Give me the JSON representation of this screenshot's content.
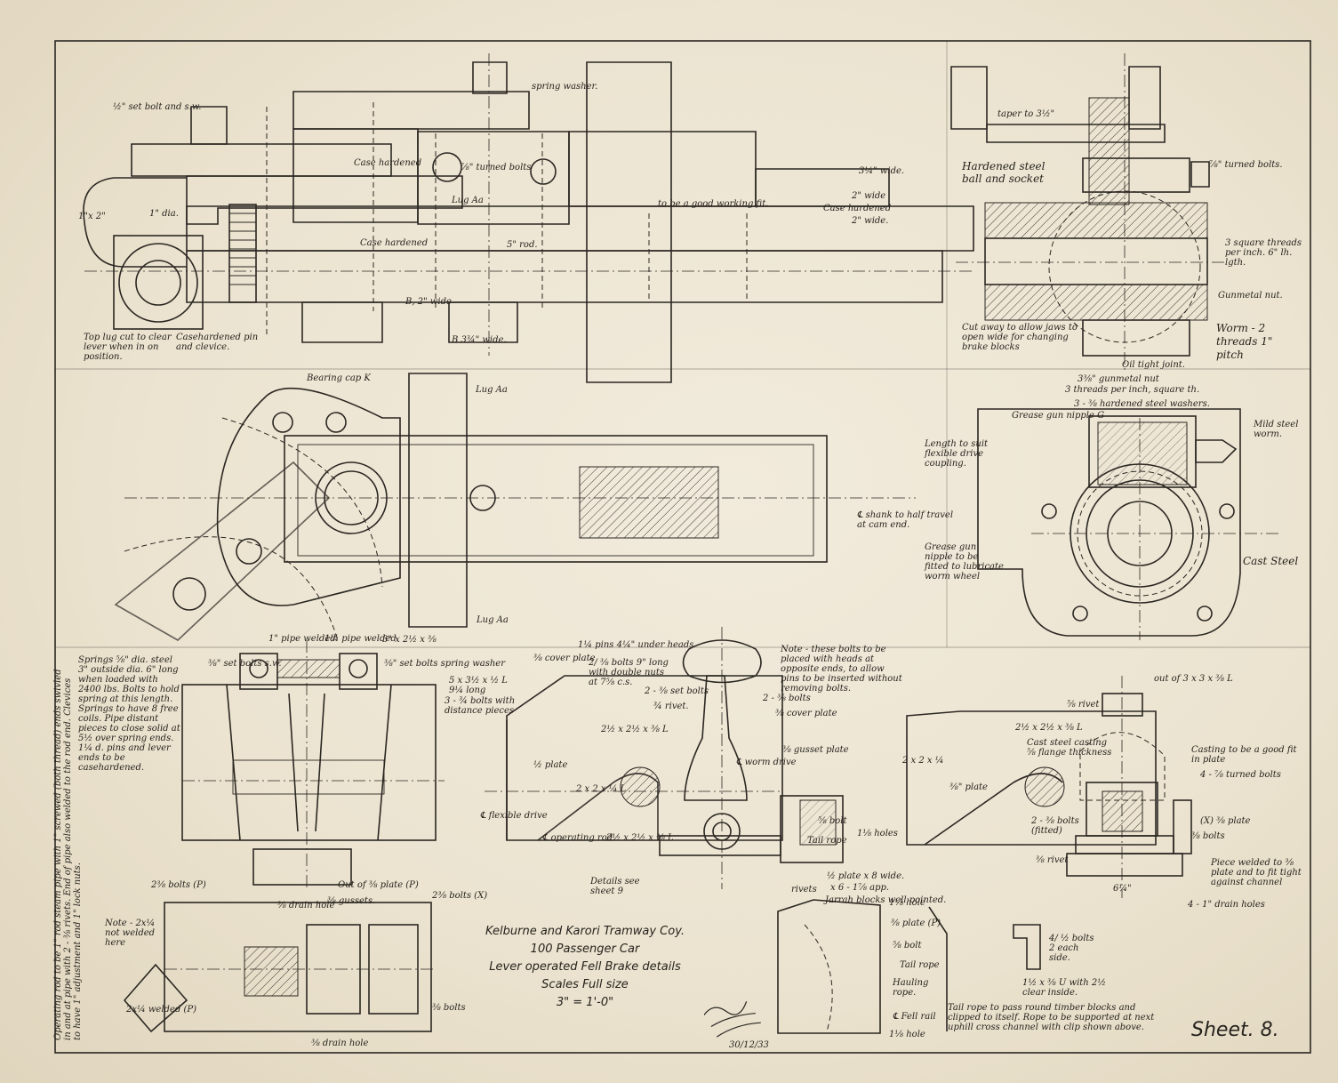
{
  "title_block": {
    "company": "Kelburne and Karori Tramway Coy.",
    "car": "100 Passenger Car",
    "subject": "Lever operated Fell Brake details",
    "scales": "Scales   Full size",
    "scale_alt": "3\" = 1'-0\""
  },
  "sheet_number": "Sheet. 8.",
  "signature": {
    "date": "30/12/33"
  },
  "notes": {
    "top_lug": "Top lug cut to clear lever when in on position.",
    "casehardened_pin": "Casehardened pin and clevice.",
    "spring_washer": "spring washer.",
    "set_bolt": "½\" set bolt and s.w.",
    "case_hardened": "Case hardened",
    "turned_bolts_top": "⅞\" turned bolts",
    "working_fit": "to be a good working fit.",
    "wide_34": "3¼\" wide.",
    "wide_2": "2\" wide",
    "wide_2b": "2\" wide.",
    "case_hardened_2": "Case hardened",
    "case_hardened_rod": "Case hardened",
    "rod_5": "5\" rod.",
    "lug_aa": "Lug Aa",
    "bolts_34": "B, 2\" wide",
    "b_wide": "B  3¾\" wide.",
    "dia_1": "1\" dia.",
    "one_x_two": "1\"x 2\"",
    "taper": "taper to 3½\"",
    "hardened_ball": "Hardened steel ball and socket",
    "turned_bolts_r": "⅞\" turned bolts.",
    "square_threads": "3 square threads per inch. 6\" lh. lgth.",
    "gunmetal_nut": "Gunmetal nut.",
    "worm_threads": "Worm - 2 threads 1\" pitch",
    "cut_away": "Cut away to allow jaws to open wide for changing brake blocks",
    "oil_tight": "Oil tight joint.",
    "gunmetal_nut_2": "3⅜\" gunmetal nut",
    "threads_square": "3 threads per inch, square th.",
    "bearing_cap": "Bearing cap K",
    "lug_aa_2": "Lug Aa",
    "lug_aa_3": "Lug Aa",
    "shank": "℄ shank to half travel at cam end.",
    "grease_nipple": "Grease gun nipple G",
    "hardened_washers": "3 - ⅜ hardened steel washers.",
    "mild_steel_worm": "Mild steel worm.",
    "length_coupling": "Length to suit flexible drive coupling.",
    "grease_fitted": "Grease gun nipple to be fitted to lubricate worm wheel",
    "cast_steel": "Cast Steel",
    "springs": "Springs ⅝\" dia. steel 3\" outside dia. 6\" long when loaded with 2400 lbs. Bolts to hold spring at this length. Springs to have 8 free coils. Pipe distant pieces to close solid at 5½ over spring ends. 1¼ d. pins and lever ends to be casehardened.",
    "pipe_welded_1": "1\" pipe welded",
    "pipe_welded_2": "1¼ pipe welded",
    "angle_top": "3\" x 2½ x ⅜",
    "set_bolts_sw": "⅜\" set bolts s.w.",
    "set_bolts_spring": "⅜\" set bolts spring washer",
    "angle_long": "5 x 3½ x ½ L 9¼ long",
    "bolts_distance": "3 - ¾ bolts with distance pieces",
    "operating_rod_note": "Operating rod to be 1\" rod steam pipe with 1\" screwed (both thread) ends swivled in and at pipe with 2 - ⅜ rivets. End of pipe also welded to the rod end. Clevices to have 1\" adjustment and 1\" lock nuts.",
    "pins_under_heads": "1¼ pins 4¼\" under heads",
    "bolts_long": "2/ ⅜ bolts 9\" long with double nuts at 7⅝ c.s.",
    "bolts_placed_note": "Note - these bolts to be placed with heads at opposite ends, to allow pins to be inserted without removing bolts.",
    "set_bolts_2": "2 - ⅜ set bolts",
    "rivet_34": "¾ rivet.",
    "bolts_34b": "2 - ⅜ bolts",
    "cover_plate": "⅜ cover plate",
    "cover_plate_2": "⅜ cover plate",
    "angle_2": "2½ x 2½ x ⅜ L",
    "plate_half": "½ plate",
    "flexible_drive": "℄ flexible drive",
    "operating_rod": "℄ operating rod.",
    "angle_3": "2 x 2 x ¼ L",
    "angle_4": "2½ x 2½ x ⅜ L",
    "gusset_plate": "⅜ gusset plate",
    "worm_drive": "℄ worm drive",
    "tail_rope_bolt": "⅝ bolt",
    "tail_rope": "Tail rope",
    "holes": "1⅛ holes",
    "plate_wide": "½ plate x 8 wide.",
    "plate_app": "x 6 - 1⅞ app.",
    "rivets": "rivets",
    "jarrah_blocks": "Jarrah blocks well pointed.",
    "details_see": "Details see sheet 9",
    "out_of_plate": "Out of ⅜ plate (P)",
    "bolts_x": "2⅜ bolts (X)",
    "bolts_x2": "2⅜ bolts (P)",
    "note_welded": "Note - 2x¼ not welded here",
    "drain_hole": "⅜ drain hole",
    "gussets": "⅜ gussets.",
    "drain_hole_2": "⅜ drain hole",
    "bolts_bottom": "⅜ bolts",
    "welded_p": "2x¼ welded (P)",
    "rivet_top": "⅝ rivet",
    "angle_out": "out of 3 x 3 x ⅜ L",
    "angle_5": "2½ x 2½ x ⅜ L",
    "cast_steel_casting": "Cast steel casting ⅝ flange thickness",
    "casting_fit": "Casting to be a good fit in plate",
    "turned_bolts_4": "4 - ⅞ turned bolts",
    "plate_34": "⅜\" plate",
    "angle_6": "2 x 2 x ¼",
    "bolts_fitted": "2 - ⅜ bolts (fitted)",
    "bolts_x3": "⅜ bolts",
    "plate_x": "(X) ⅜ plate",
    "rivet_b": "⅜ rivet",
    "piece_welded": "Piece welded to ⅜ plate and to fit tight against channel",
    "drain_holes_4": "4 - 1\" drain holes",
    "dim_64": "6¼\"",
    "plate_p": "⅜ plate (P)",
    "bolt_b": "⅝ bolt",
    "tail_rope_2": "Tail rope",
    "hauling_rope": "Hauling rope.",
    "fell_rail": "℄ Fell rail",
    "hole_1": "1⅛ hole",
    "hole_2": "1⅛ hole",
    "bolts_each": "4/ ½ bolts 2 each side.",
    "u_clear": "1½ x ⅜ U with 2½ clear inside.",
    "tail_rope_note": "Tail rope to pass round timber blocks and clipped to itself. Rope to be supported at next uphill cross channel with clip shown above."
  }
}
